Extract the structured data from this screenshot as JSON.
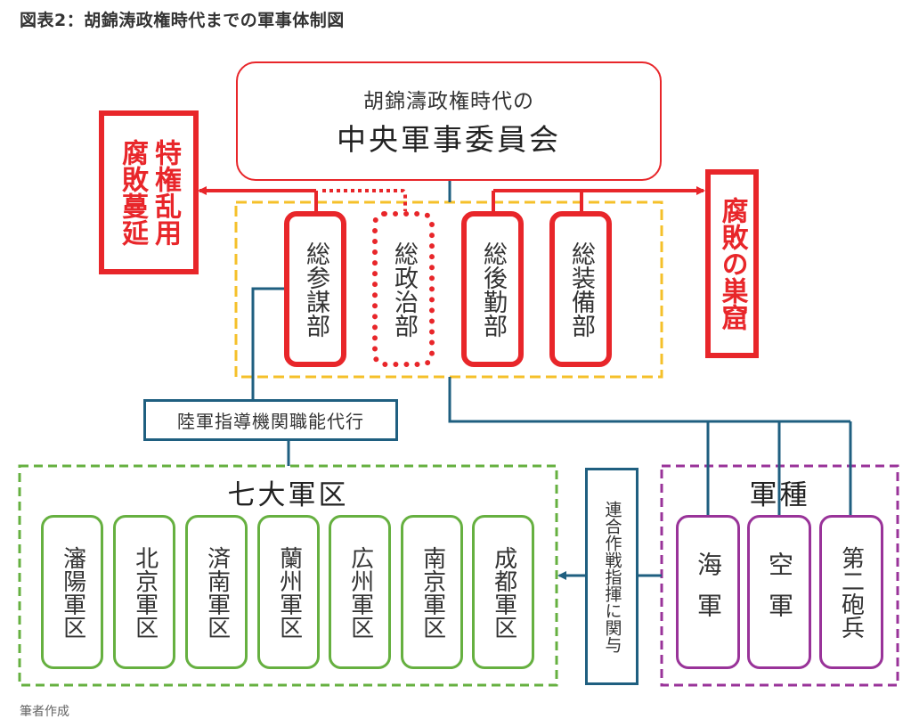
{
  "title": "図表2：胡錦涛政権時代までの軍事体制図",
  "credit": "筆者作成",
  "colors": {
    "red": "#e8262a",
    "blue": "#1f5f80",
    "yellow": "#f5c02a",
    "green": "#66b040",
    "purple": "#993399"
  },
  "cmc": {
    "line1": "胡錦濤政権時代の",
    "line2": "中央軍事委員会"
  },
  "departments": [
    {
      "label": "総参謀部",
      "style": "solid"
    },
    {
      "label": "総政治部",
      "style": "dotted"
    },
    {
      "label": "総後勤部",
      "style": "solid"
    },
    {
      "label": "総装備部",
      "style": "solid"
    }
  ],
  "left_callout": {
    "col1": "特権乱用",
    "col2": "腐敗蔓延"
  },
  "right_callout": "腐敗の巣窟",
  "army_role": "陸軍指導機関職能代行",
  "military_regions": {
    "title": "七大軍区",
    "items": [
      "瀋陽軍区",
      "北京軍区",
      "済南軍区",
      "蘭州軍区",
      "広州軍区",
      "南京軍区",
      "成都軍区"
    ]
  },
  "joint_ops": "連合作戦指揮に関与",
  "branches": {
    "title": "軍種",
    "items": [
      "海軍",
      "空軍",
      "第二砲兵"
    ]
  }
}
